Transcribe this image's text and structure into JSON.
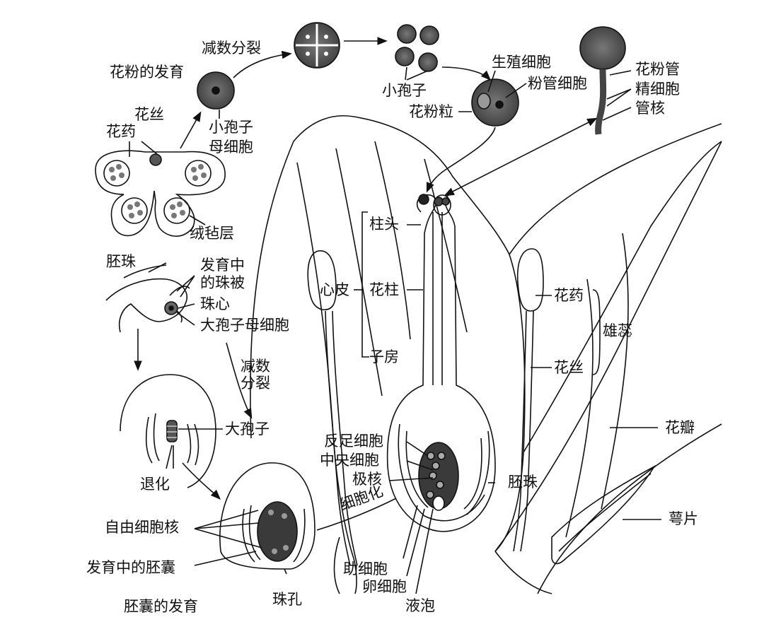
{
  "labels": {
    "pollen_development": "花粉的发育",
    "meiosis_top": "减数分裂",
    "microspores": "小孢子",
    "germ_cell": "生殖细胞",
    "tube_cell": "粉管细胞",
    "pollen_grain": "花粉粒",
    "pollen_tube": "花粉管",
    "sperm_cells": "精细胞",
    "tube_nucleus": "管核",
    "filament_top": "花丝",
    "anther_top": "花药",
    "microspore_mother_cell_1": "小孢子",
    "microspore_mother_cell_2": "母细胞",
    "tapetum": "绒毡层",
    "ovule_top": "胚珠",
    "developing_integument_1": "发育中",
    "developing_integument_2": "的珠被",
    "nucellus": "珠心",
    "megaspore_mother_cell": "大孢子母细胞",
    "meiosis_bottom": "减数分裂",
    "megaspore": "大孢子",
    "degenerate": "退化",
    "free_nuclei": "自由细胞核",
    "developing_embryo_sac": "发育中的胚囊",
    "embryo_sac_development": "胚囊的发育",
    "micropyle": "珠孔",
    "stigma": "柱头",
    "carpel": "心皮",
    "style": "花柱",
    "ovary": "子房",
    "antipodal_cells": "反足细胞",
    "central_cell": "中央细胞",
    "polar_nuclei": "极核",
    "cellularization": "细胞化",
    "synergids": "助细胞",
    "egg_cell": "卵细胞",
    "vacuole": "液泡",
    "ovule_right": "胚珠",
    "anther_right": "花药",
    "filament_right": "花丝",
    "stamen": "雄蕊",
    "petal": "花瓣",
    "sepal": "萼片"
  }
}
